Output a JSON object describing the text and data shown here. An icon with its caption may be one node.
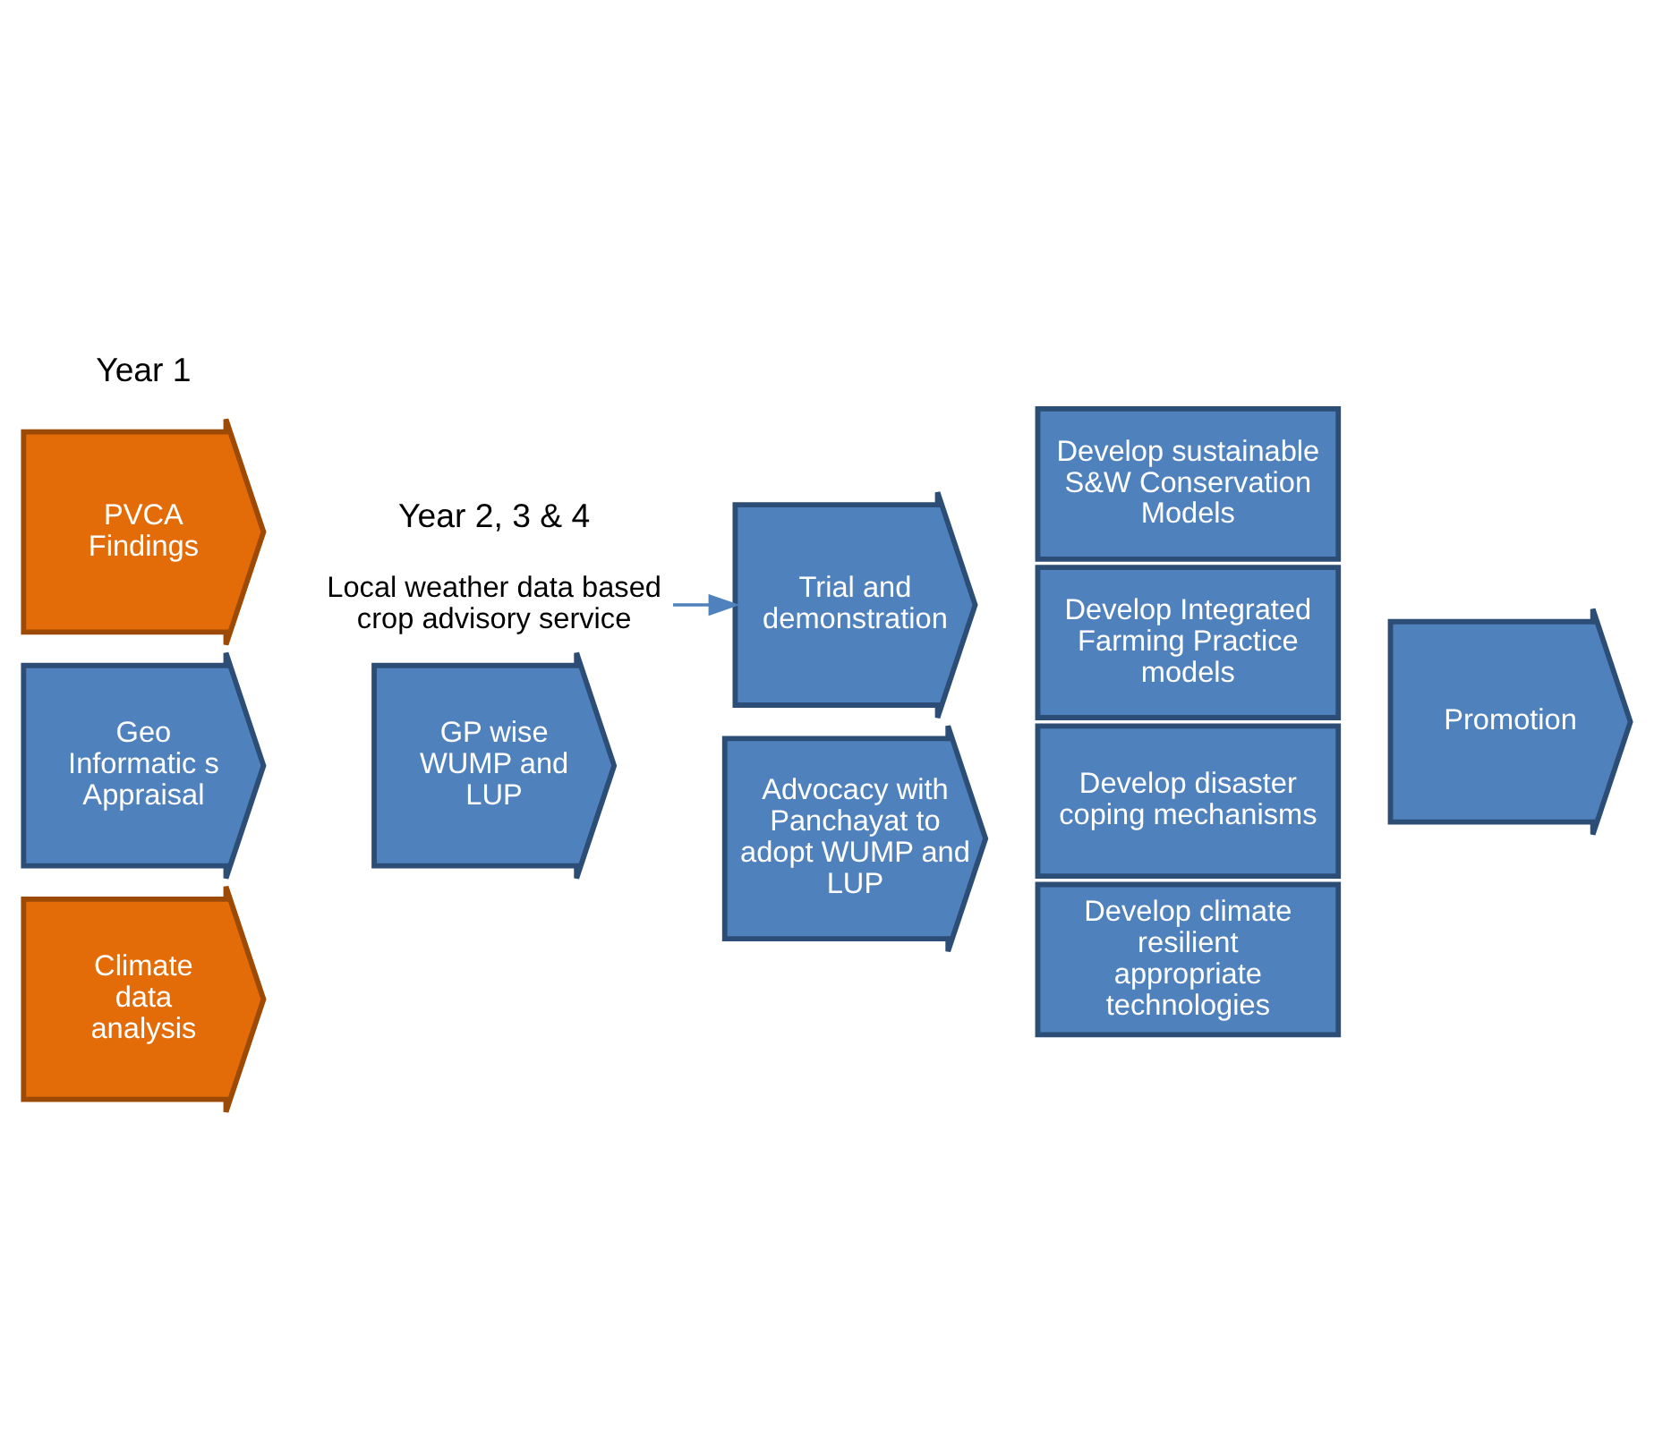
{
  "diagram": {
    "nodes": [
      {
        "text": [
          "PVCA Findings"
        ]
      },
      {
        "text": [
          "Geo Informatic s Appraisal"
        ]
      },
      {
        "text": [
          "Climate data analysis"
        ]
      },
      {
        "text": [
          "Local weather data based crop advisory service"
        ]
      },
      {
        "text": [
          "Trial and demonstration"
        ]
      },
      {
        "text": [
          "GP wise WUMP and LUP"
        ]
      },
      {
        "text": [
          "Advocacy with Panchayat to adopt WUMP and LUP"
        ]
      },
      {
        "text": [
          "Develop sustainable S&W Conservation Models"
        ]
      },
      {
        "text": [
          "Develop Integrated Farming Practice models"
        ]
      },
      {
        "text": [
          "Develop disaster coping mechanisms"
        ]
      },
      {
        "text": [
          "Develop climate resilient appropriate technologies"
        ]
      },
      {
        "text": [
          "Promotion"
        ]
      }
    ],
    "edges": [
      {
        "from": 3,
        "to": 4,
        "arrow": "to"
      }
    ],
    "labels": [
      "Year 1",
      "Year 2, 3 & 4"
    ]
  }
}
